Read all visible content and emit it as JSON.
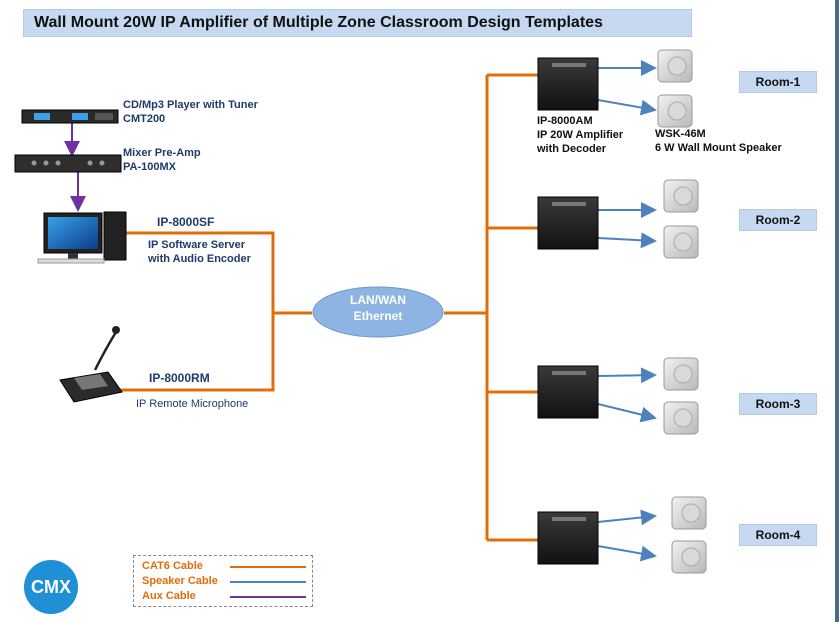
{
  "title": "Wall Mount 20W IP Amplifier of Multiple Zone Classroom Design Templates",
  "sources": {
    "cd_player": {
      "name": "CD/Mp3 Player with Tuner",
      "model": "CMT200"
    },
    "mixer": {
      "name": "Mixer Pre-Amp",
      "model": "PA-100MX"
    },
    "server": {
      "model": "IP-8000SF",
      "desc1": "IP  Software Server",
      "desc2": "with  Audio Encoder"
    },
    "mic": {
      "model": "IP-8000RM",
      "desc": "IP  Remote Microphone"
    }
  },
  "network": {
    "line1": "LAN/WAN",
    "line2": "Ethernet"
  },
  "amplifier": {
    "model": "IP-8000AM",
    "desc1": "IP 20W Amplifier",
    "desc2": "with Decoder"
  },
  "speaker": {
    "model": "WSK-46M",
    "desc": "6 W Wall Mount Speaker"
  },
  "rooms": [
    "Room-1",
    "Room-2",
    "Room-3",
    "Room-4"
  ],
  "legend": {
    "cat6": "CAT6 Cable",
    "speaker": "Speaker Cable",
    "aux": "Aux Cable"
  },
  "colors": {
    "cat6": "#e36c0a",
    "speaker": "#4f81bd",
    "aux": "#7030a0",
    "cloud": "#8eb4e3",
    "label_blue": "#1f3a6b",
    "room_fill": "#c6d9f1"
  },
  "logo": "CMX"
}
